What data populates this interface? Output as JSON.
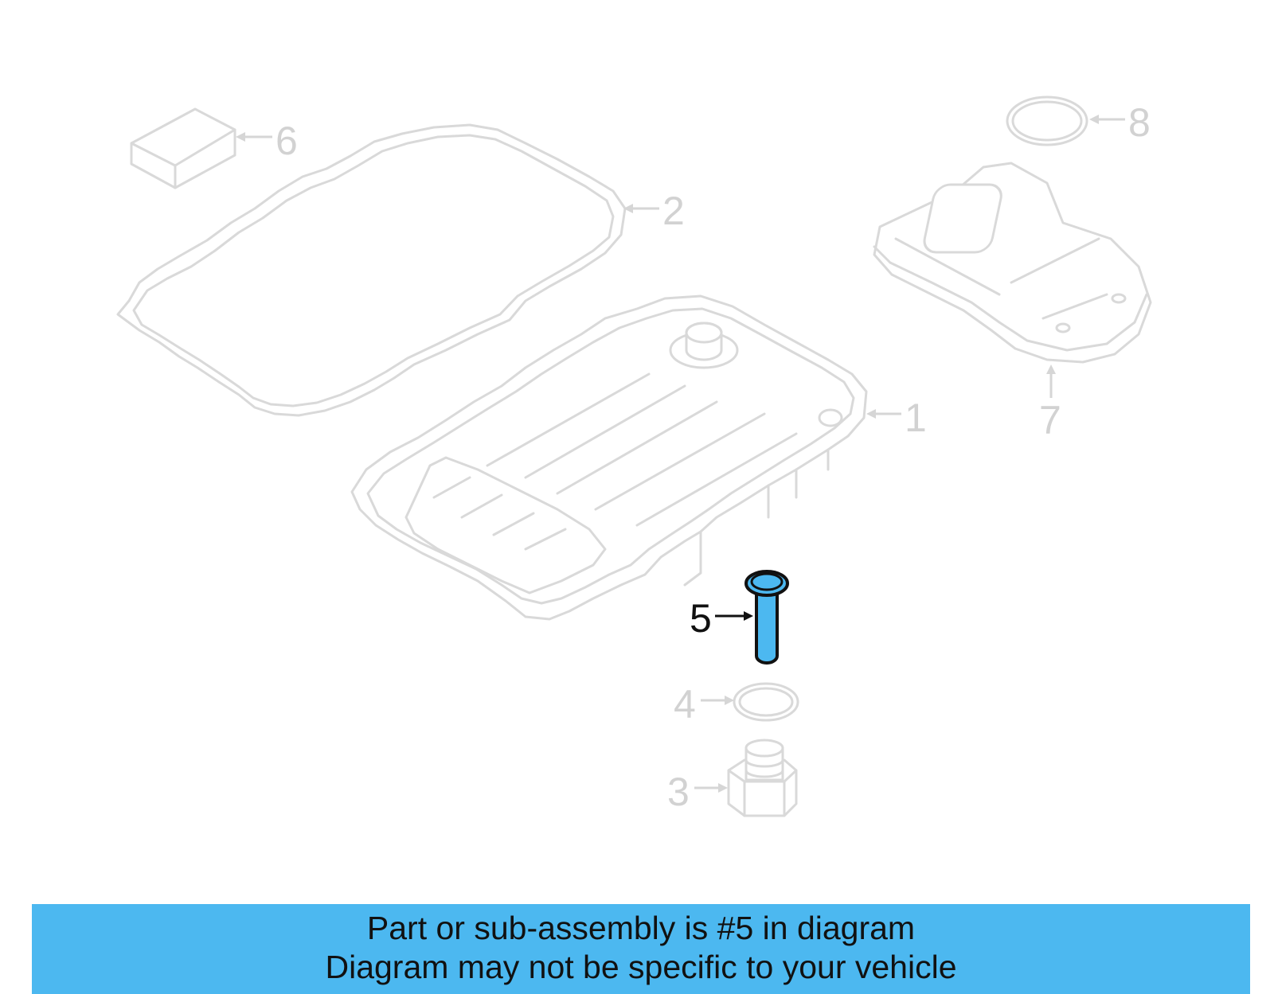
{
  "callouts": {
    "p1": "1",
    "p2": "2",
    "p3": "3",
    "p4": "4",
    "p5": "5",
    "p6": "6",
    "p7": "7",
    "p8": "8"
  },
  "highlight": {
    "part_number": "5",
    "color": "#4cb8f0"
  },
  "banner": {
    "line1": "Part or sub-assembly is #5 in diagram",
    "line2": "Diagram may not be specific to your vehicle",
    "background_color": "#4cb8f0"
  }
}
